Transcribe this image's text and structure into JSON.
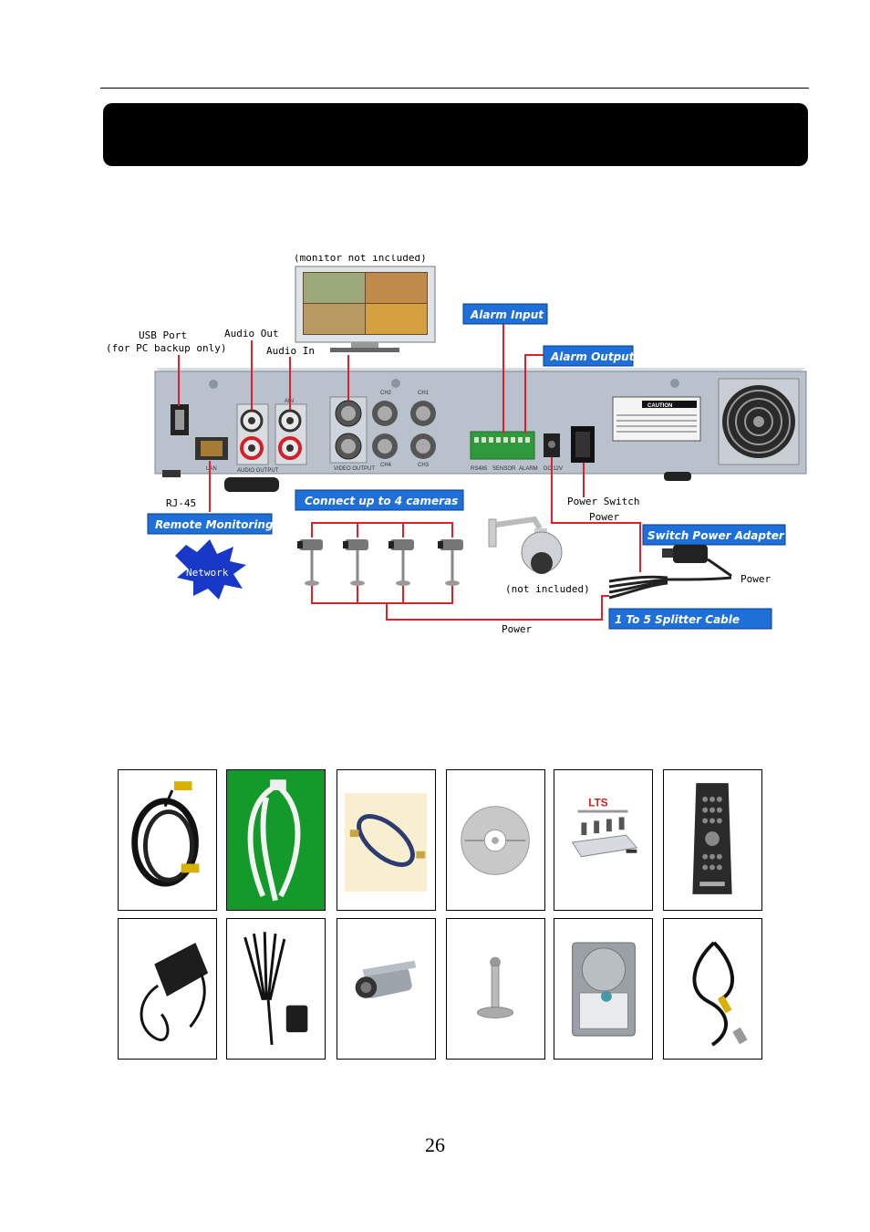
{
  "diagram": {
    "labels": {
      "monitor_note": "(monitor not included)",
      "usb_port": "USB Port",
      "usb_note": "(for PC backup only)",
      "audio_out": "Audio Out",
      "audio_in": "Audio In",
      "rj45": "RJ-45",
      "power_switch": "Power Switch",
      "power_a": "Power",
      "power_b": "Power",
      "power_c": "Power",
      "not_included": "(not included)",
      "network": "Network"
    },
    "tags": {
      "alarm_input": "Alarm Input",
      "alarm_output": "Alarm Output",
      "connect_cameras": "Connect up to 4 cameras",
      "remote_monitoring": "Remote Monitoring",
      "switch_power_adapter": "Switch Power Adapter",
      "splitter_cable": "1 To 5 Splitter Cable"
    },
    "panel": {
      "caution": "CAUTION",
      "lan": "LAN",
      "audio_output": "AUDIO OUTPUT",
      "ain": "AIN",
      "video_output": "VIDEO OUTPUT",
      "ch1": "CH1",
      "ch2": "CH2",
      "ch3": "CH3",
      "ch4": "CH4",
      "rs485": "RS485",
      "sensor": "SENSOR",
      "alarm": "ALARM",
      "dc12v": "DC 12V"
    },
    "colors": {
      "tag_blue": "#1e6fd8",
      "wire_red": "#e0202a",
      "panel_gray": "#b9c1cc"
    }
  },
  "accessories": {
    "box_brand": "LTS",
    "row1": [
      "bnc-power-cable",
      "white-cable-bundle",
      "network-cable",
      "software-cd",
      "dvr-kit-box",
      "remote-control"
    ],
    "row2": [
      "power-adapter",
      "power-splitter-adapter",
      "bullet-camera",
      "camera-mount",
      "hard-drive",
      "bnc-rca-cable"
    ]
  },
  "page_number": "26"
}
